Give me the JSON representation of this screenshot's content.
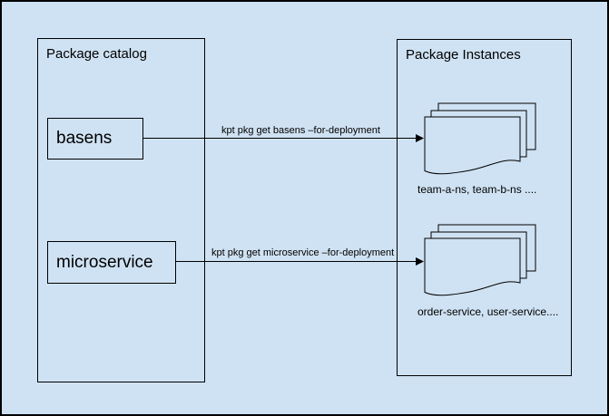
{
  "colors": {
    "background": "#cfe2f3",
    "stroke": "#000000"
  },
  "catalog": {
    "title": "Package catalog",
    "packages": [
      {
        "label": "basens"
      },
      {
        "label": "microservice"
      }
    ]
  },
  "instances": {
    "title": "Package Instances",
    "groups": [
      {
        "icon": "document-stack-icon",
        "caption": "team-a-ns, team-b-ns ...."
      },
      {
        "icon": "document-stack-icon",
        "caption": "order-service, user-service...."
      }
    ]
  },
  "arrows": [
    {
      "label": "kpt pkg get basens –for-deployment"
    },
    {
      "label": "kpt pkg get microservice –for-deployment"
    }
  ]
}
